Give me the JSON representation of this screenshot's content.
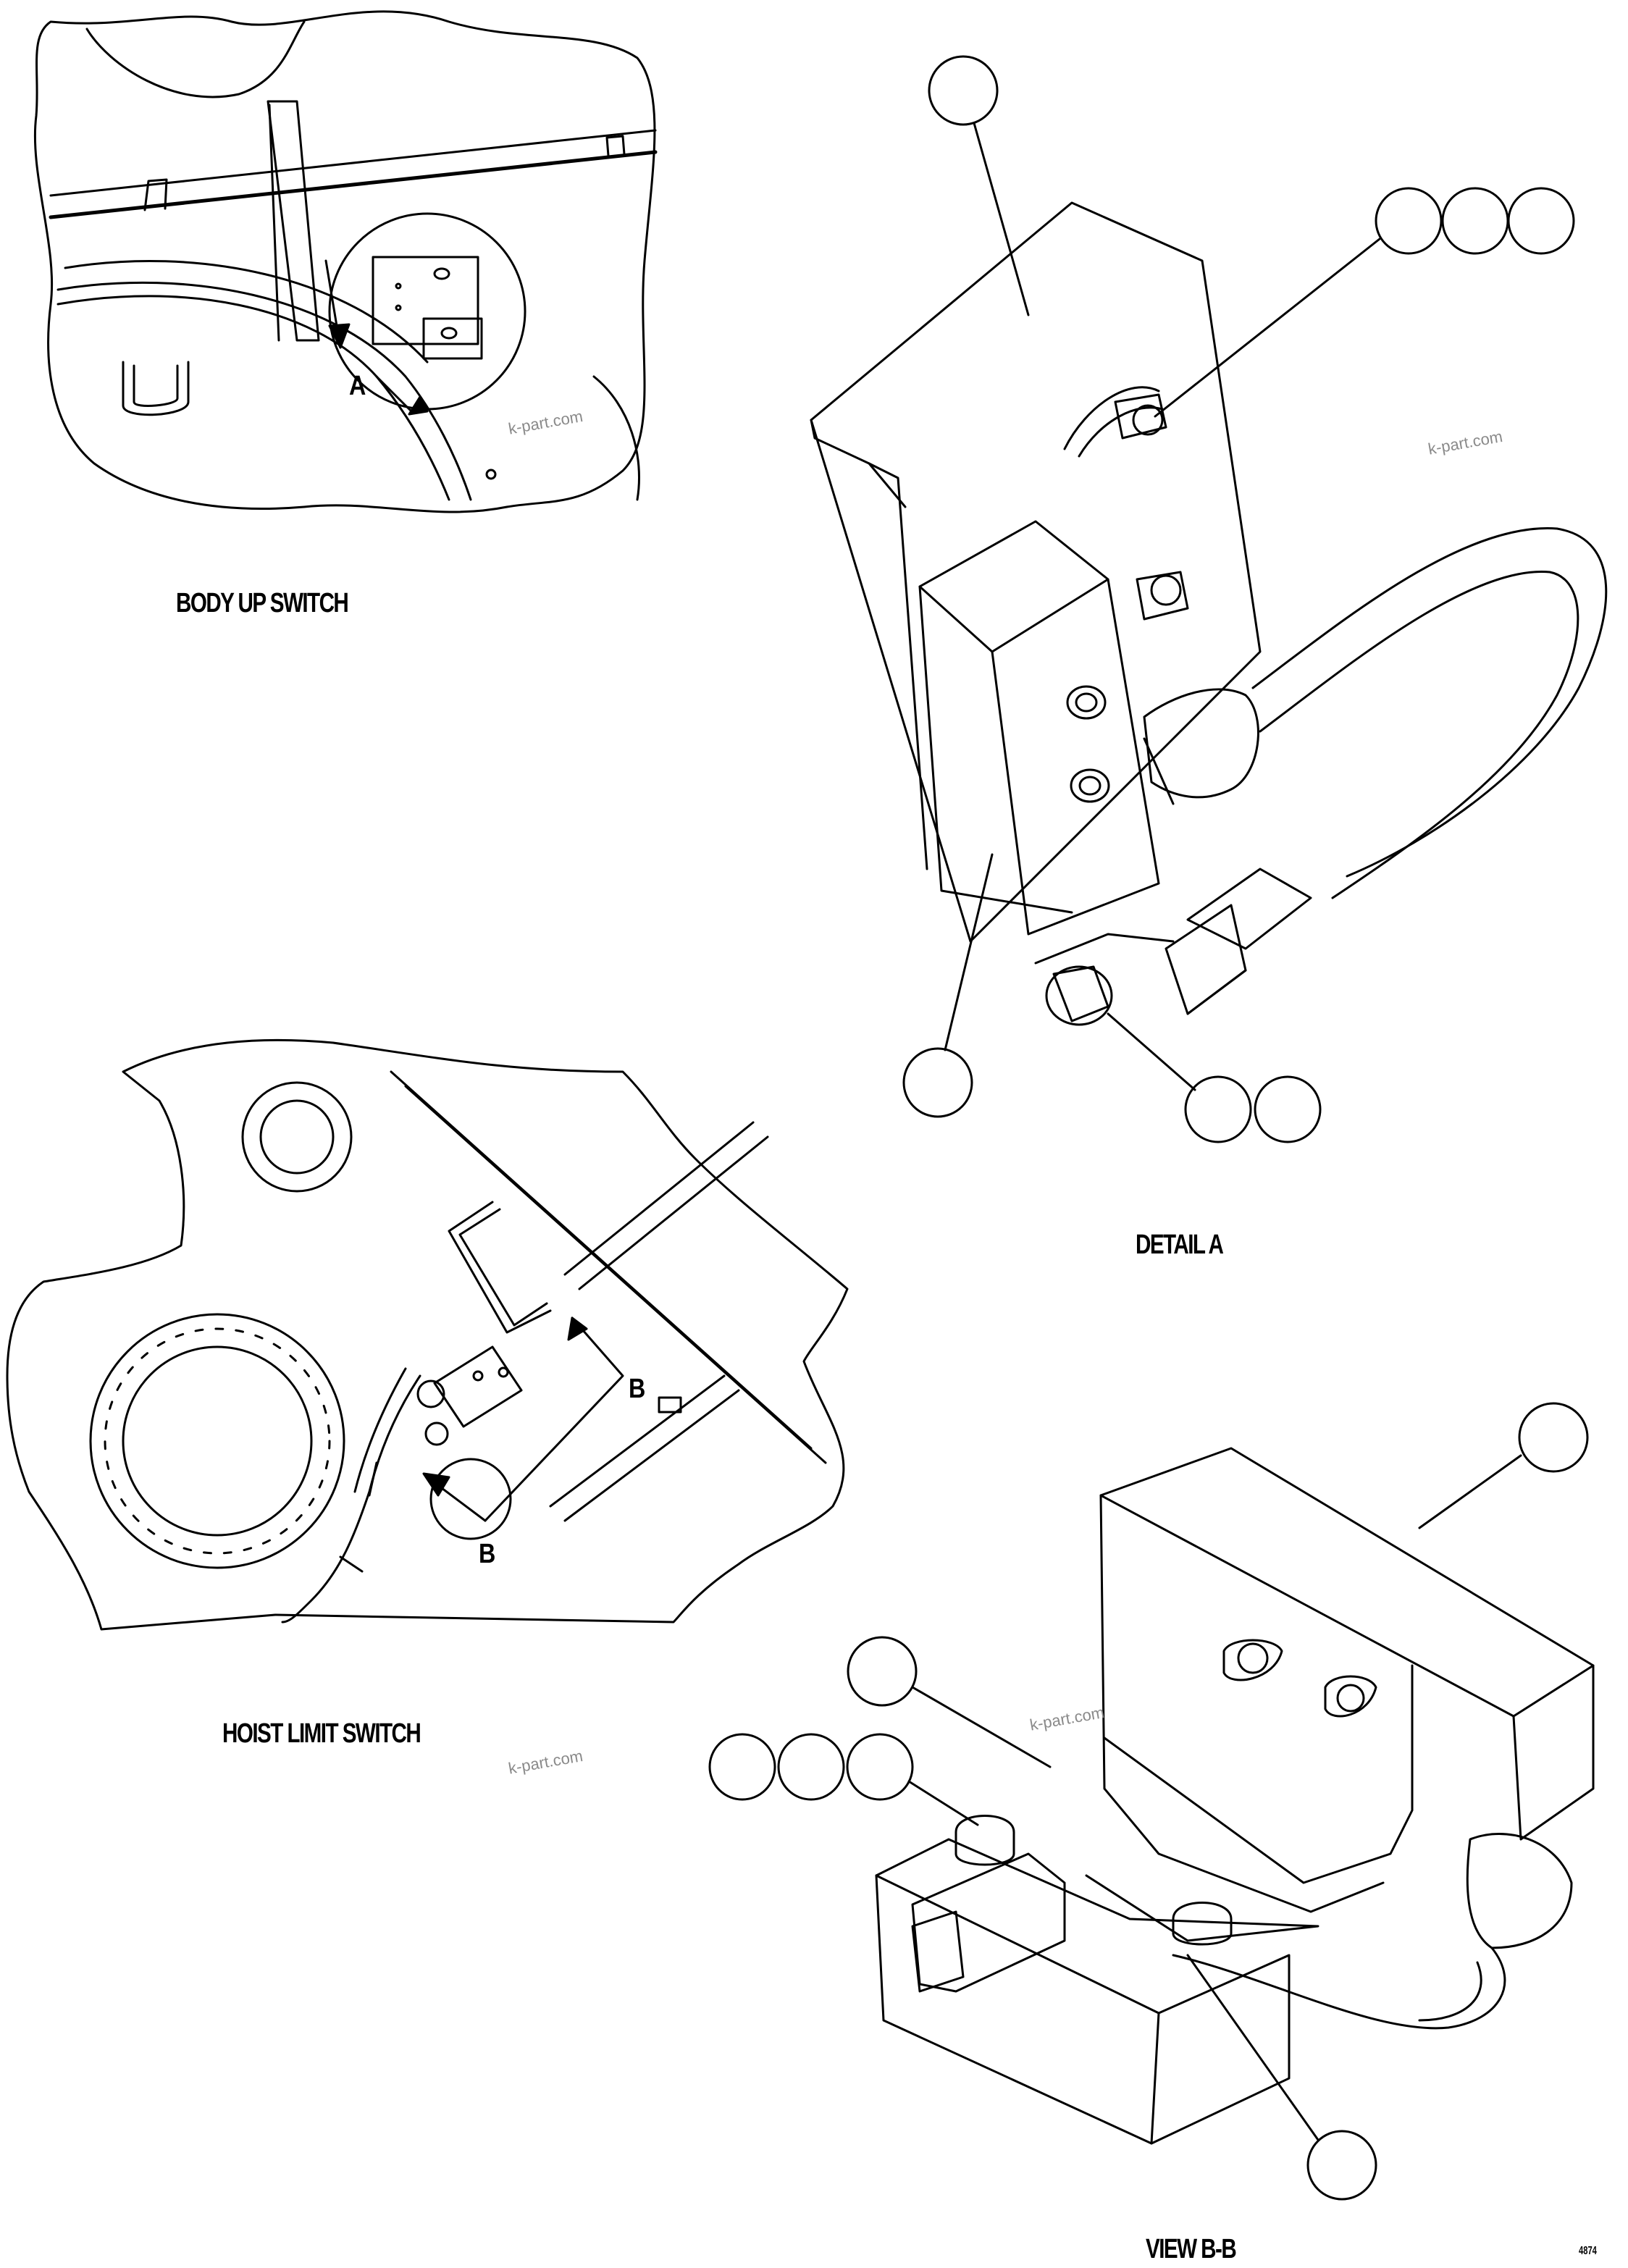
{
  "captions": {
    "body_up_switch": "BODY UP SWITCH",
    "detail_a": "DETAIL A",
    "hoist_limit_switch": "HOIST LIMIT SWITCH",
    "view_b_b": "VIEW B-B"
  },
  "view_letters": {
    "a": "A",
    "b_top": "B",
    "b_bottom": "B"
  },
  "watermark": "k-part.com",
  "drawing_code": "4874"
}
